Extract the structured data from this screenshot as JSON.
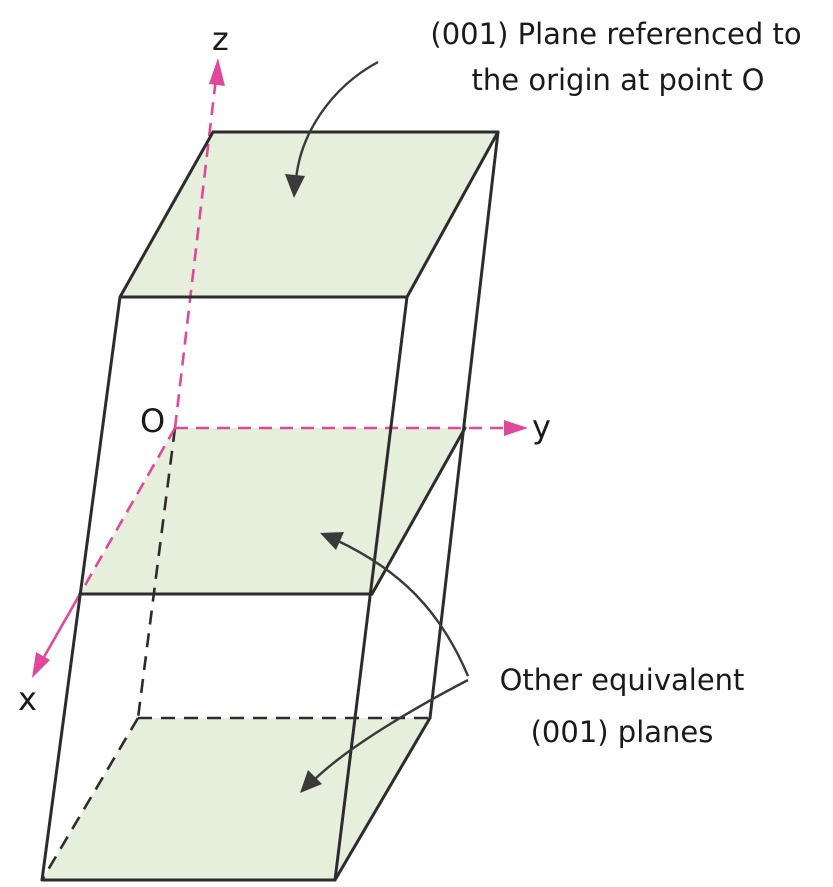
{
  "axes": {
    "x": "x",
    "y": "y",
    "z": "z",
    "origin": "O"
  },
  "annotations": {
    "reference_plane_line1": "(001) Plane referenced to",
    "reference_plane_line2": "the origin at point O",
    "equivalent_planes_line1": "Other equivalent",
    "equivalent_planes_line2": "(001) planes"
  },
  "colors": {
    "plane_fill": "#e6eedc",
    "axis": "#e0489a",
    "edges": "#2c2c2c"
  }
}
